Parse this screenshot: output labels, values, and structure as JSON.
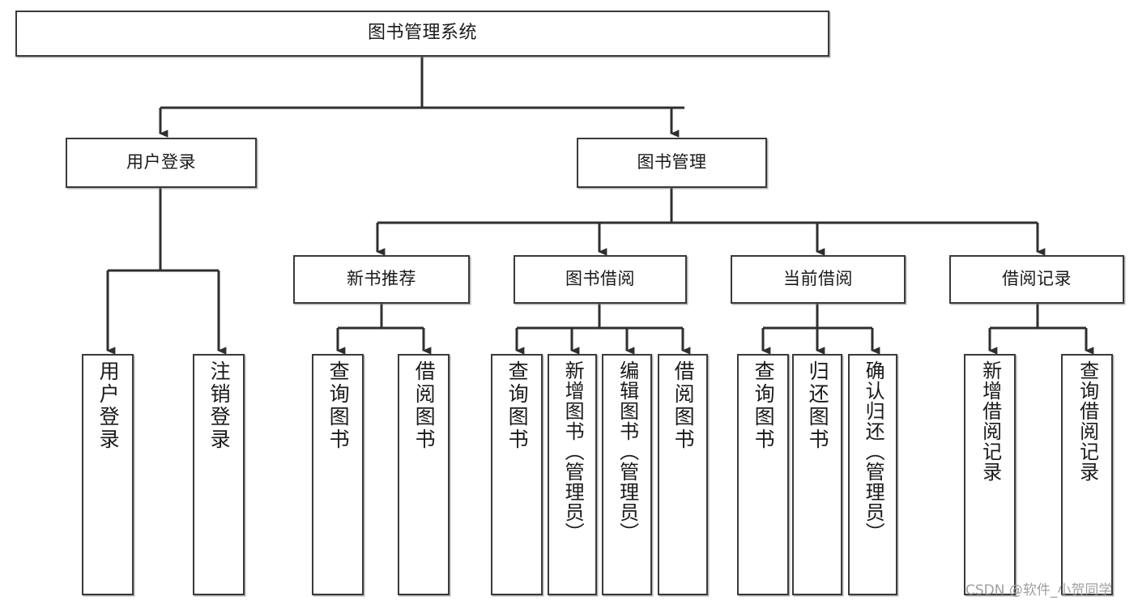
{
  "diagram": {
    "title": "图书管理系统",
    "type": "tree",
    "watermark": "CSDN @软件_小贺同学",
    "colors": {
      "box_border": "#3a3a3a",
      "box_fill": "#ffffff",
      "connector": "#2f2f2f",
      "text": "#1a1a1a",
      "watermark": "#9a9a9a",
      "background": "#ffffff"
    },
    "root": {
      "label": "图书管理系统"
    },
    "level2": [
      {
        "label": "用户登录"
      },
      {
        "label": "图书管理"
      }
    ],
    "level3": [
      {
        "label": "新书推荐"
      },
      {
        "label": "图书借阅"
      },
      {
        "label": "当前借阅"
      },
      {
        "label": "借阅记录"
      }
    ],
    "leaves": {
      "user_login": [
        {
          "label": "用户登录"
        },
        {
          "label": "注销登录"
        }
      ],
      "new_book_recommend": [
        {
          "label": "查询图书"
        },
        {
          "label": "借阅图书"
        }
      ],
      "book_borrow": [
        {
          "label": "查询图书"
        },
        {
          "label": "新增图书（管理员）"
        },
        {
          "label": "编辑图书（管理员）"
        },
        {
          "label": "借阅图书"
        }
      ],
      "current_borrow": [
        {
          "label": "查询图书"
        },
        {
          "label": "归还图书"
        },
        {
          "label": "确认归还（管理员）"
        }
      ],
      "borrow_record": [
        {
          "label": "新增借阅记录"
        },
        {
          "label": "查询借阅记录"
        }
      ]
    }
  }
}
